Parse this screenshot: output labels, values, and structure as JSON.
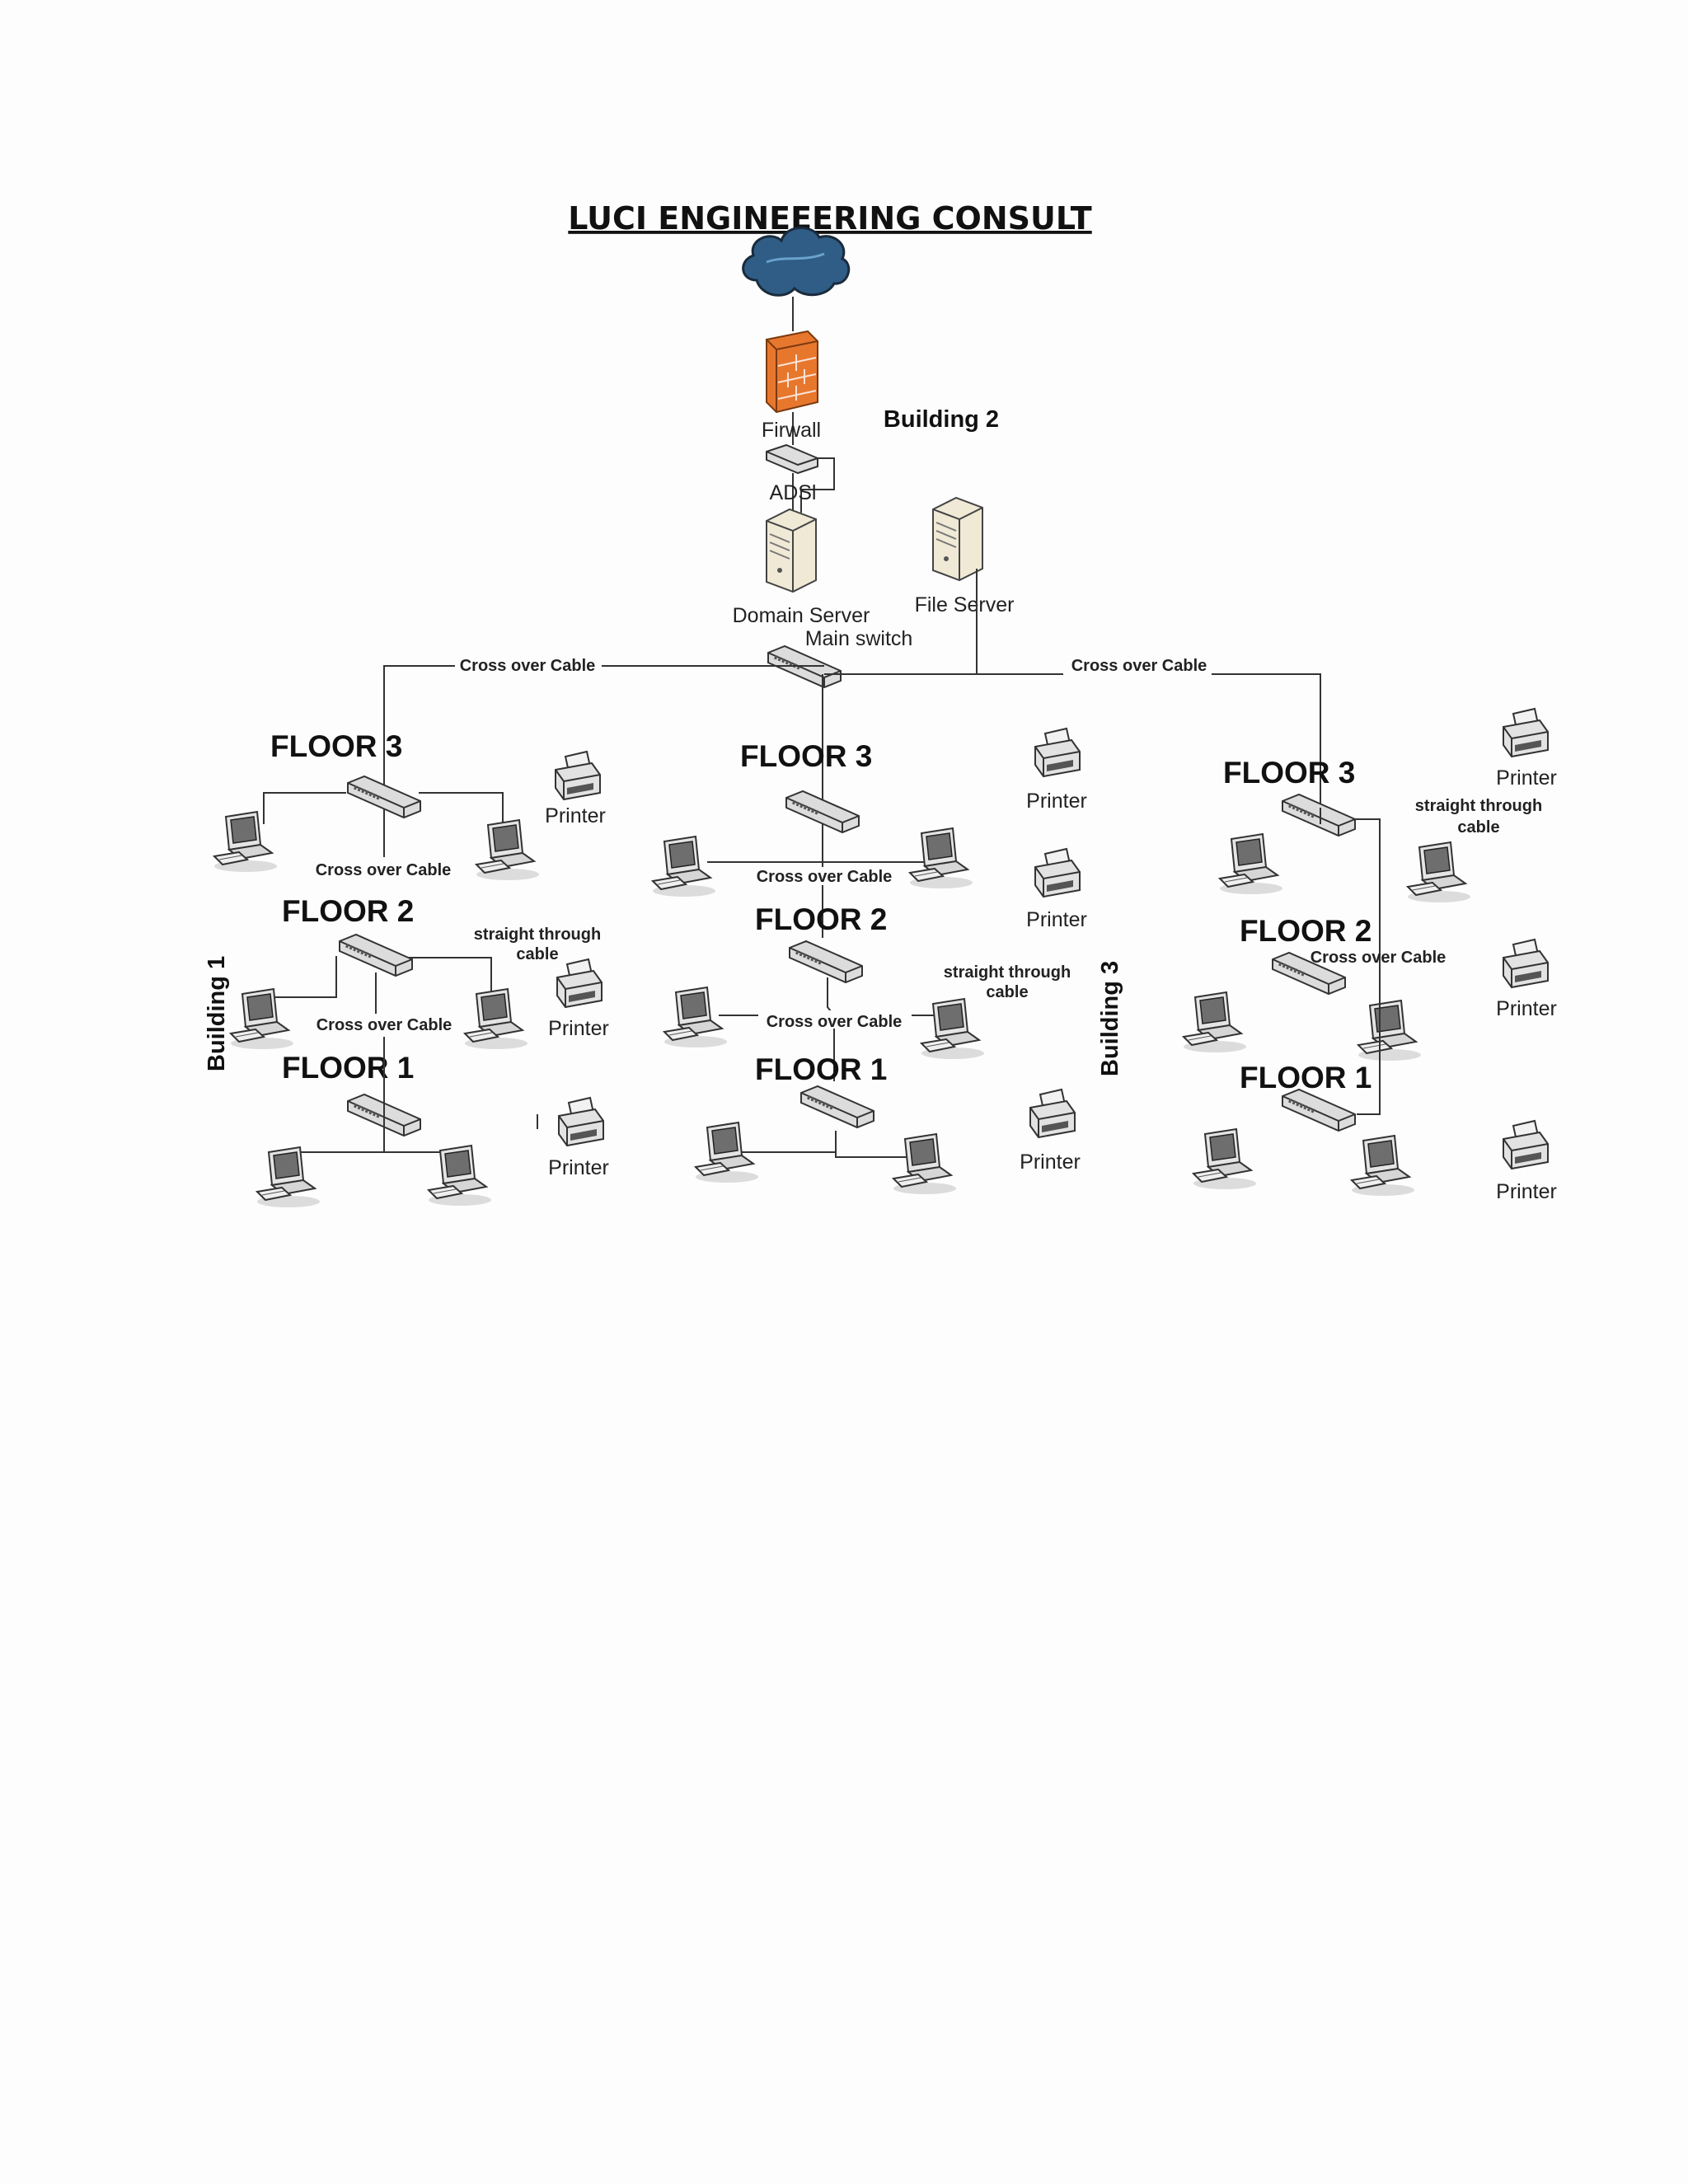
{
  "title": "LUCI ENGINEEERING CONSULT",
  "labels": {
    "firewall": "Firwall",
    "adsl": "ADSl",
    "domain_server": "Domain Server",
    "file_server": "File Server",
    "main_switch": "Main switch",
    "cross_over": "Cross over Cable",
    "straight": "straight through",
    "straight2": "cable",
    "printer": "Printer"
  },
  "buildings": {
    "b1": "Building 1",
    "b2": "Building 2",
    "b3": "Building 3"
  },
  "floors": {
    "f1": "FLOOR 1",
    "f2": "FLOOR 2",
    "f3": "FLOOR 3"
  },
  "colors": {
    "cloud": "#2f5d86",
    "firewall": "#e8772e",
    "server": "#e9e3cf",
    "device": "#d9d9d9",
    "wire": "#333333"
  },
  "icons": [
    "cloud-icon",
    "firewall-icon",
    "router-icon",
    "server-icon",
    "switch-icon",
    "computer-icon",
    "printer-icon"
  ]
}
